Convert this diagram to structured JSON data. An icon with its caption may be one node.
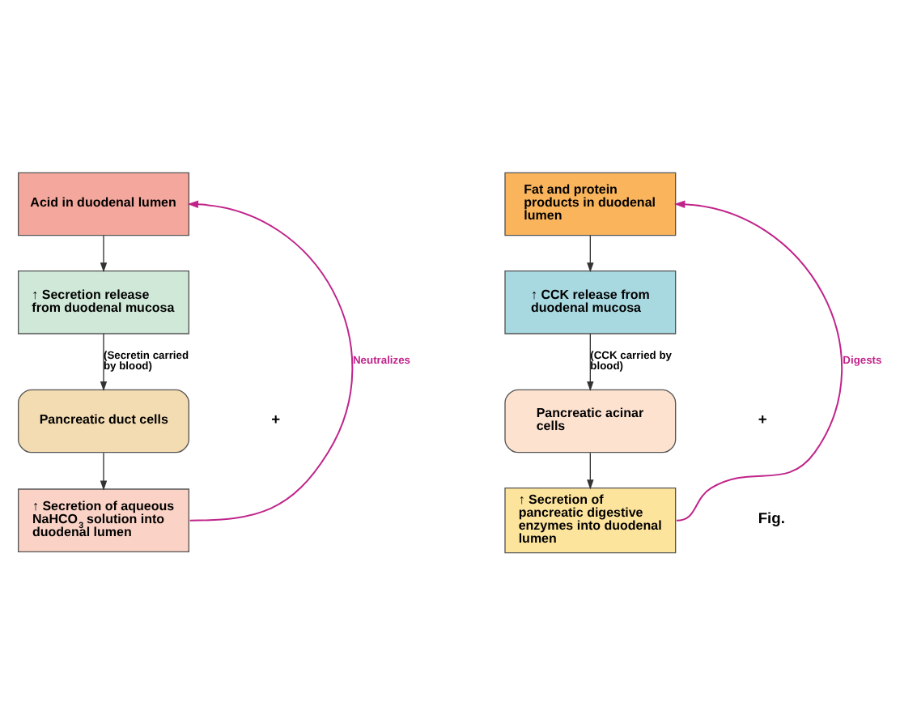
{
  "diagram": {
    "nodes": [
      {
        "text": [
          "Acid in duodenal lumen"
        ]
      },
      {
        "text": [
          "↑ Secretion release from duodenal mucosa"
        ]
      },
      {
        "text": [
          "Pancreatic duct cells"
        ]
      },
      {
        "text": [
          "↑ Secretion of aqueous NaHCO$_{3}$ solution into duodenal lumen"
        ]
      },
      {
        "text": [
          "Fat and protein products in duodenal lumen"
        ]
      },
      {
        "text": [
          "↑ CCK release from duodenal mucosa"
        ]
      },
      {
        "text": [
          "Pancreatic acinar cells"
        ]
      },
      {
        "text": [
          "↑ Secretion of pancreatic digestive enzymes into duodenal lumen"
        ]
      }
    ],
    "edges": [
      {
        "from": 0,
        "to": 1,
        "arrow": "to"
      },
      {
        "from": 1,
        "to": 2,
        "arrow": "to",
        "label": "(Secretin carried by blood)"
      },
      {
        "from": 2,
        "to": 3,
        "arrow": "to"
      },
      {
        "from": 3,
        "to": 0,
        "arrow": "to",
        "label": "Neutralizes",
        "color": "#c0248a"
      },
      {
        "from": 4,
        "to": 5,
        "arrow": "to"
      },
      {
        "from": 5,
        "to": 6,
        "arrow": "to",
        "label": "(CCK carried by blood)"
      },
      {
        "from": 6,
        "to": 7,
        "arrow": "to"
      },
      {
        "from": 7,
        "to": 4,
        "arrow": "to",
        "label": "Digests",
        "color": "#c0248a"
      }
    ],
    "labels": [
      "+",
      "+",
      "Fig."
    ]
  }
}
